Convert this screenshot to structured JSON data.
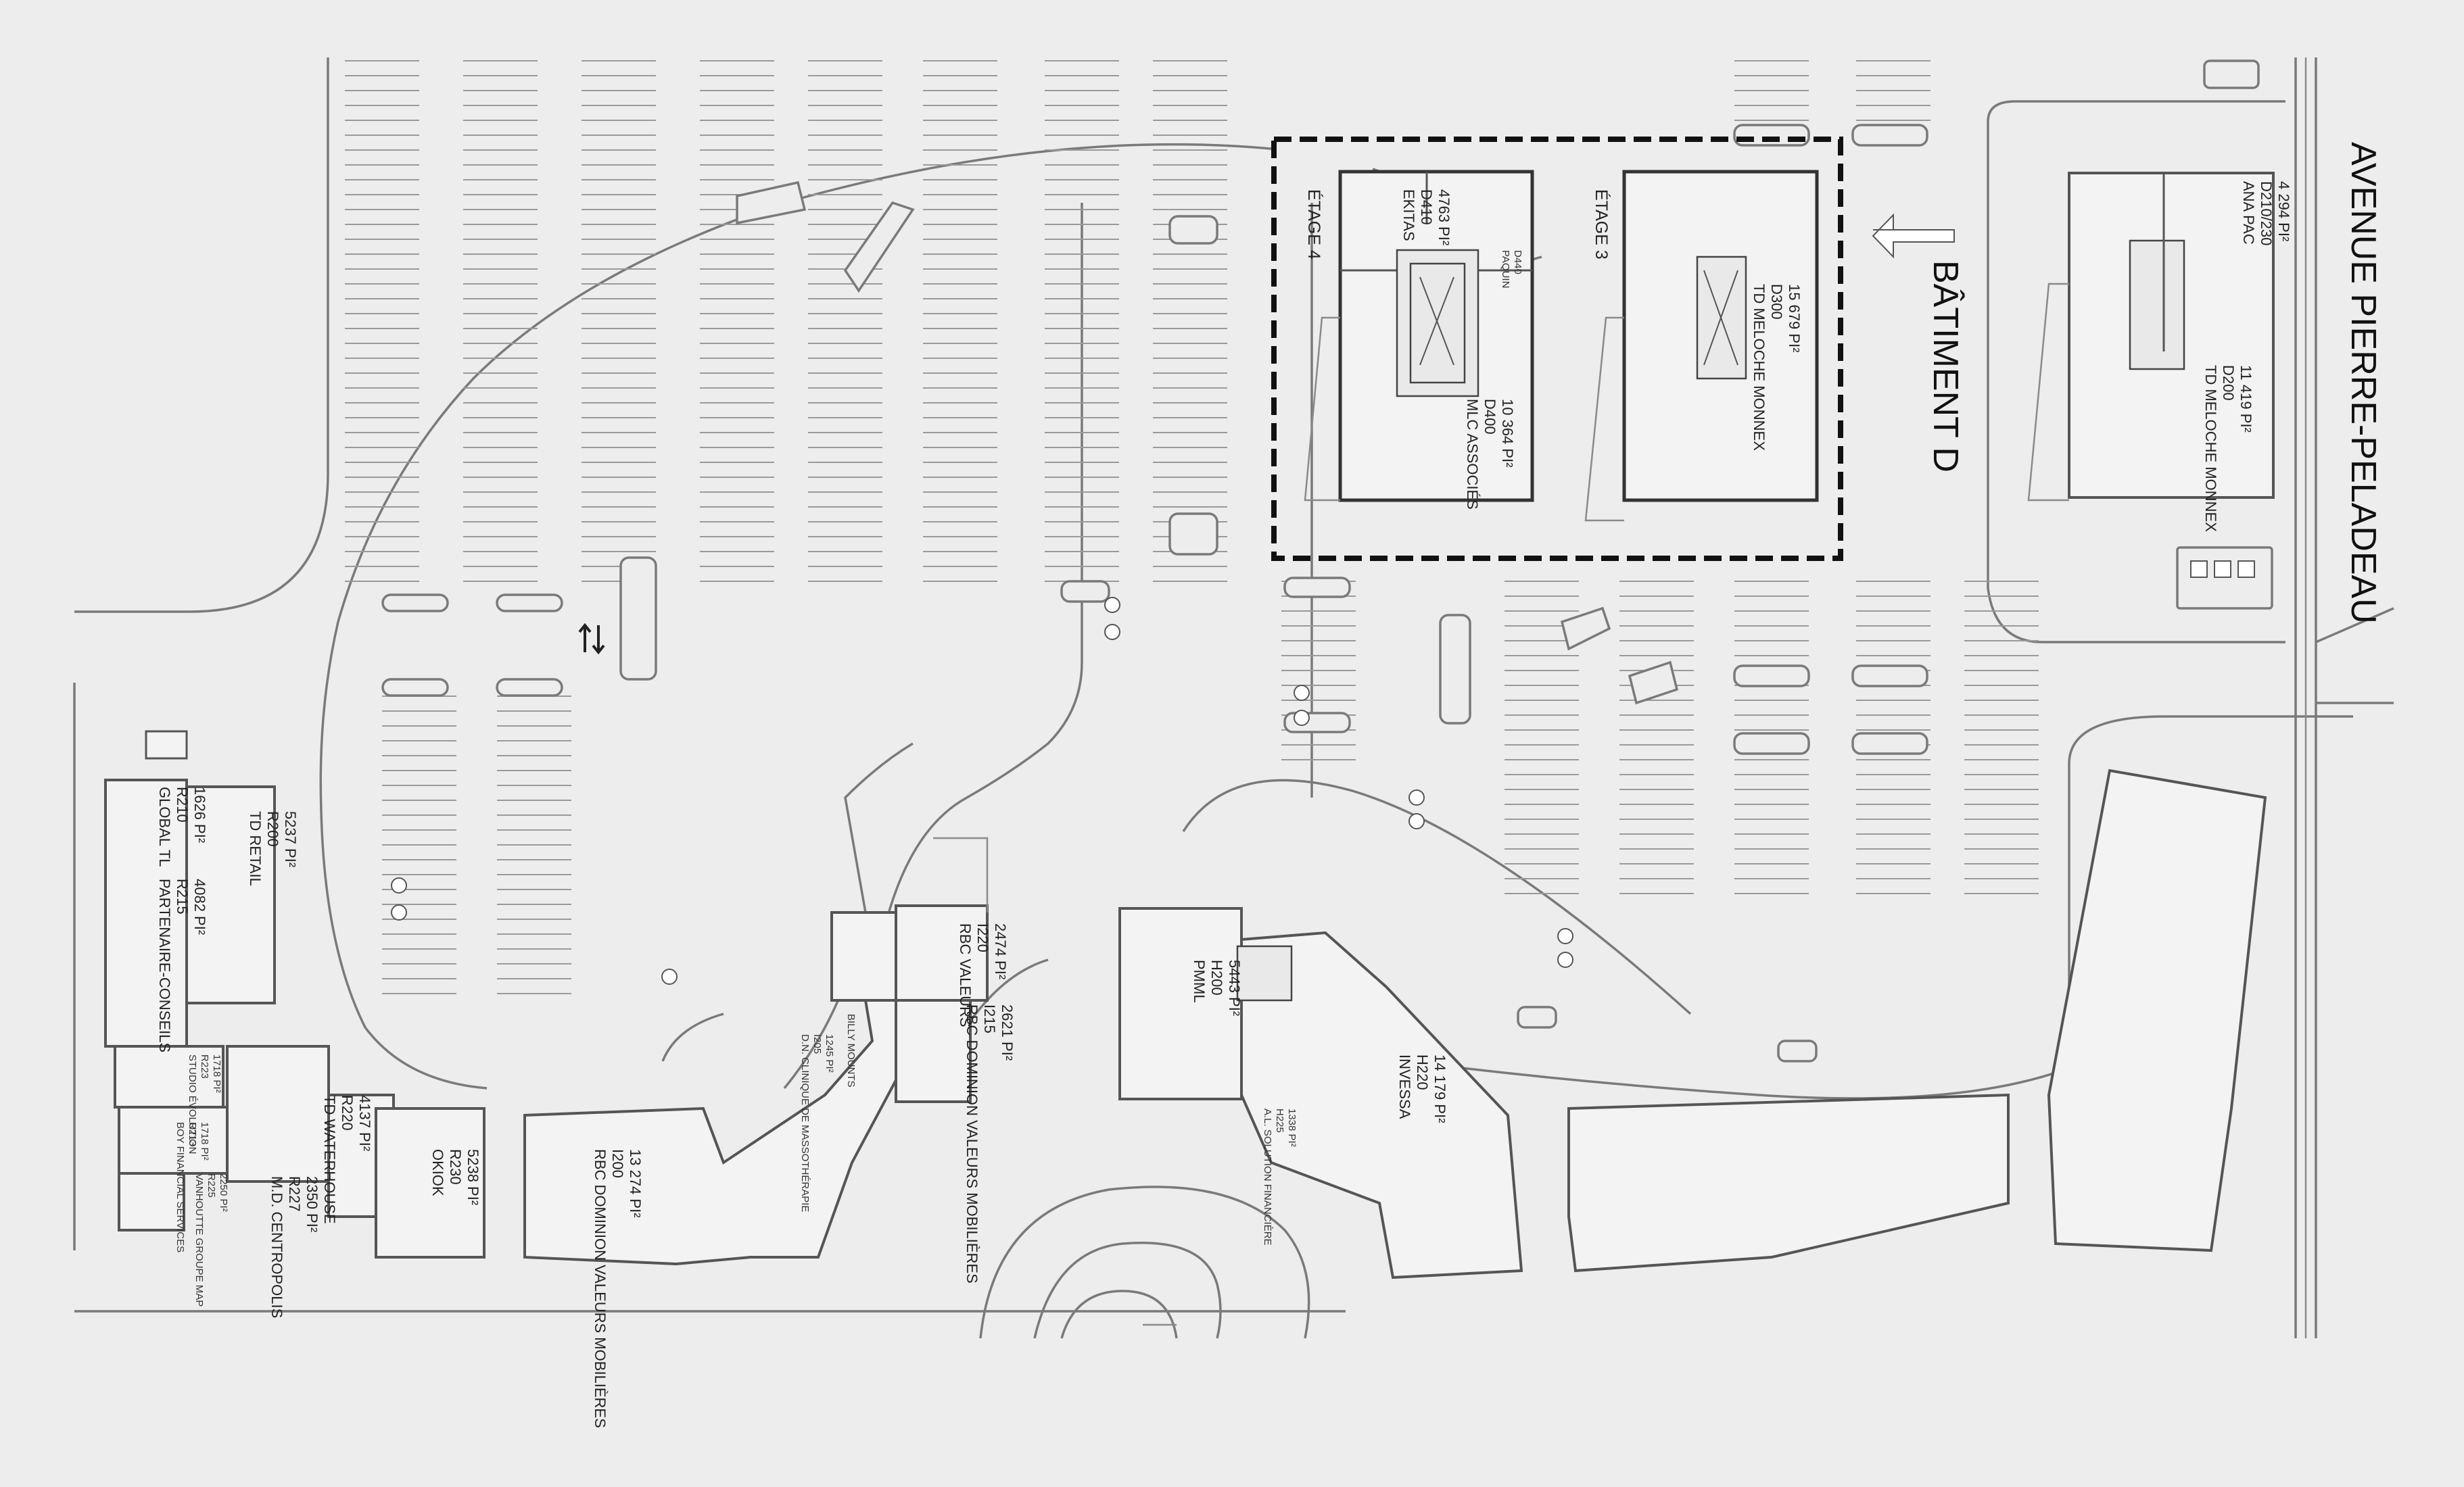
{
  "street": "AVENUE PIERRE-PELADEAU",
  "building_title": "BÂTIMENT D",
  "floor_labels": {
    "floor4": "ÉTAGE 4",
    "floor3": "ÉTAGE 3"
  },
  "floor4_units": [
    {
      "name": "EKITAS",
      "unit": "D410",
      "area": "4763 PI²"
    },
    {
      "name": "PAQUIN",
      "unit": "D440",
      "area": ""
    },
    {
      "name": "MLC ASSOCIÉS",
      "unit": "D400",
      "area": "10 364 PI²"
    }
  ],
  "floor3_units": [
    {
      "name": "TD MELOCHE MONNEX",
      "unit": "D300",
      "area": "15 679 PI²"
    }
  ],
  "east_building_units": [
    {
      "name": "ANA PAC",
      "unit": "D210/230",
      "area": "4 294 PI²"
    },
    {
      "name": "TD MELOCHE MONNEX",
      "unit": "D200",
      "area": "11 419 PI²"
    }
  ],
  "west_building_units": [
    {
      "name": "GLOBAL TL",
      "unit": "R210",
      "area": "1626 PI²"
    },
    {
      "name": "TD RETAIL",
      "unit": "R200",
      "area": "5237 PI²"
    },
    {
      "name": "PARTENAIRE-CONSEILS",
      "unit": "R215",
      "area": "4082 PI²"
    },
    {
      "name": "STUDIO ÉVOLUTION",
      "unit": "R223",
      "area": "1718 PI²"
    },
    {
      "name": "BOY FINANCIAL SERVICES",
      "unit": "R213",
      "area": "1718 PI²"
    },
    {
      "name": "VANHOUTTE GROUPE MAP",
      "unit": "R225",
      "area": "2250 PI²"
    },
    {
      "name": "M.D. CENTROPOLIS",
      "unit": "R227",
      "area": "2350 PI²"
    },
    {
      "name": "TD WATERHOUSE",
      "unit": "R220",
      "area": "4137 PI²"
    },
    {
      "name": "OKIOK",
      "unit": "R230",
      "area": "5238 PI²"
    }
  ],
  "center_units": [
    {
      "name": "RBC DOMINION VALEURS MOBILIÈRES",
      "unit": "I200",
      "area": "13 274 PI²"
    },
    {
      "name": "RBC VALEURS",
      "unit": "I220",
      "area": "2474 PI²"
    },
    {
      "name": "RBC DOMINION VALEURS MOBILIÈRES",
      "unit": "I215",
      "area": "2621 PI²"
    },
    {
      "name": "BILLY MOUNTS",
      "unit": "",
      "area": ""
    },
    {
      "name": "D.N. CLINIQUE DE MASSOTHÉRAPIE",
      "unit": "I205",
      "area": "1245 PI²"
    }
  ],
  "east_center_units": [
    {
      "name": "PMML",
      "unit": "H200",
      "area": "5443 PI²"
    },
    {
      "name": "INVESSA",
      "unit": "H220",
      "area": "14 179 PI²"
    },
    {
      "name": "A.L. SOLUTION FINANCIÈRE",
      "unit": "H225",
      "area": "1338 PI²"
    }
  ],
  "colors": {
    "background": "#ededed",
    "lines": "#7a7a7a",
    "frame": "#111111"
  }
}
